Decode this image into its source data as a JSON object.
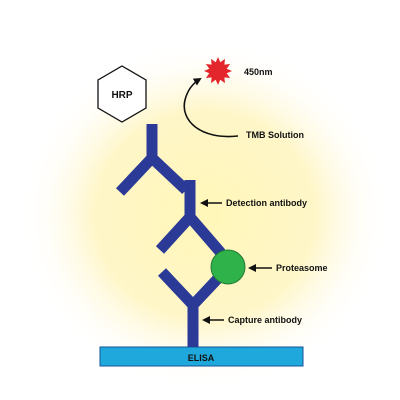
{
  "labels": {
    "hrp": "HRP",
    "wavelength": "450nm",
    "tmb": "TMB Solution",
    "detection": "Detection antibody",
    "proteasome": "Proteasome",
    "capture": "Capture antibody",
    "plate": "ELISA"
  },
  "colors": {
    "glow_center": "#fff7b8",
    "glow_edge": "#ffffff",
    "antibody": "#2b3a97",
    "plate_fill": "#1ea8dc",
    "plate_stroke": "#16539a",
    "proteasome": "#2fb24a",
    "starburst": "#e3262b",
    "arrow": "#111111"
  }
}
